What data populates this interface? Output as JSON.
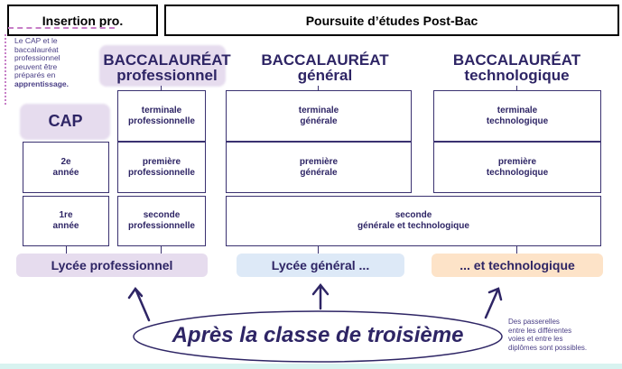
{
  "headers": {
    "insertion": "Insertion pro.",
    "poursuite": "Poursuite d’études Post-Bac"
  },
  "note_left": {
    "text": "Le CAP et le\nbaccalauréat\nprofessionnel\npeuvent être\npréparés en",
    "bold": "apprentissage."
  },
  "titles": {
    "bac_pro": "BACCALAURÉAT\nprofessionnel",
    "bac_gen": "BACCALAURÉAT\ngénéral",
    "bac_techno": "BACCALAURÉAT\ntechnologique",
    "cap": "CAP"
  },
  "boxes": {
    "cap_2": "2e\nannée",
    "cap_1": "1re\nannée",
    "pro_term": "terminale\nprofessionnelle",
    "pro_prem": "première\nprofessionnelle",
    "pro_sec": "seconde\nprofessionnelle",
    "gen_term": "terminale\ngénérale",
    "gen_prem": "première\ngénérale",
    "tech_term": "terminale\ntechnologique",
    "tech_prem": "première\ntechnologique",
    "seconde_gt": "seconde\ngénérale et technologique"
  },
  "lycees": {
    "pro": "Lycée professionnel",
    "gen": "Lycée général ...",
    "tech": "... et technologique"
  },
  "center": "Après la classe de troisième",
  "note_right": "Des passerelles\nentre les différentes\nvoies et entre les\ndiplômes sont possibles.",
  "colors": {
    "purple": "#e6dcee",
    "blue": "#dde9f7",
    "orange": "#fde3c8",
    "ink": "#2e2565"
  }
}
